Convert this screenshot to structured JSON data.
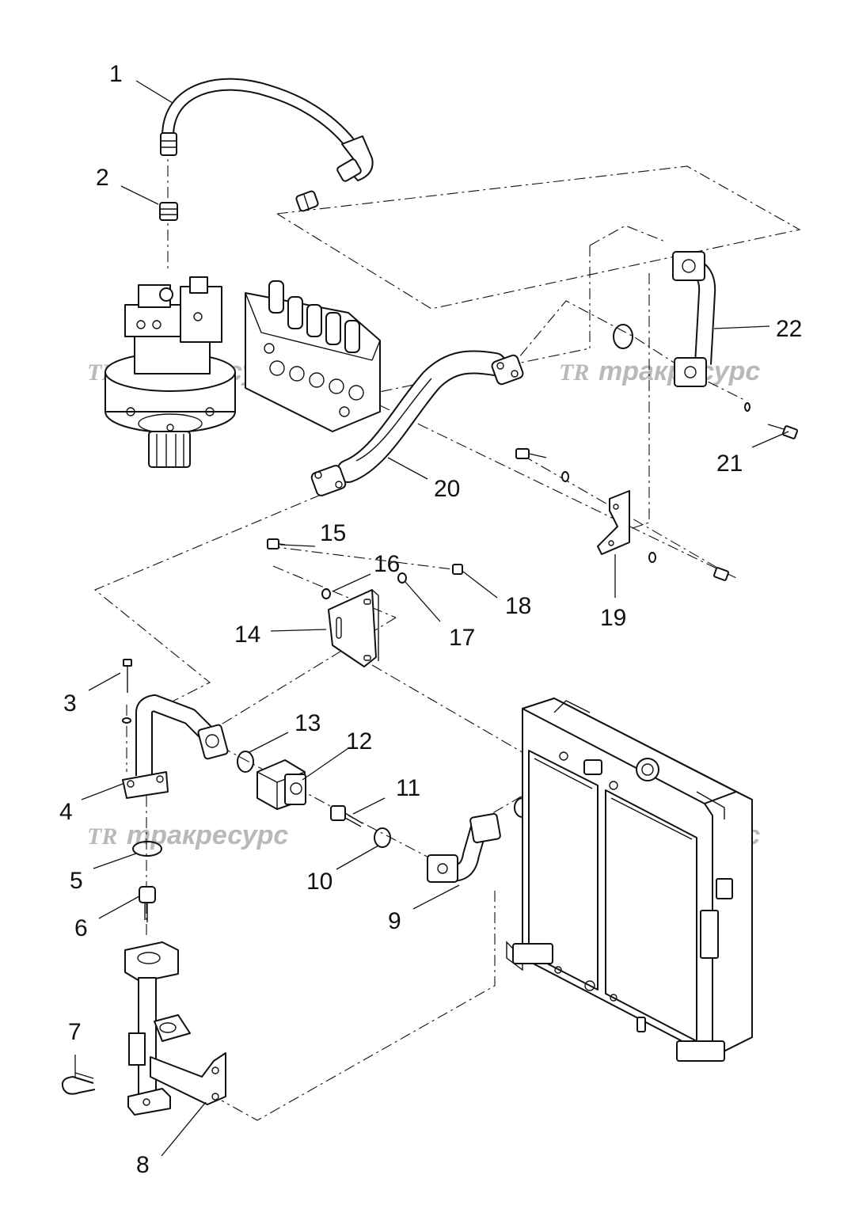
{
  "watermark": {
    "logo": "TR",
    "text": "тракресурс"
  },
  "callouts": [
    "1",
    "2",
    "3",
    "4",
    "5",
    "6",
    "7",
    "8",
    "9",
    "10",
    "11",
    "12",
    "13",
    "14",
    "15",
    "16",
    "17",
    "18",
    "19",
    "20",
    "21",
    "22"
  ],
  "components": {
    "swing_motor": "swing-motor",
    "control_valve": "control-valve",
    "radiator": "radiator-cooler"
  }
}
